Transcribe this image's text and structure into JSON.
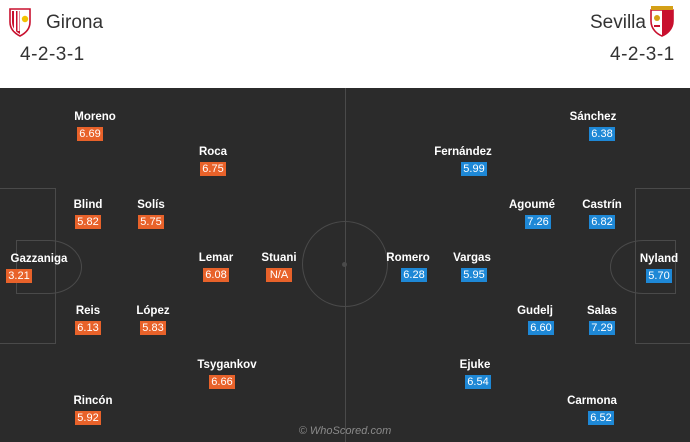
{
  "home": {
    "name": "Girona",
    "formation": "4-2-3-1",
    "badge_icon": "girona-crest-icon",
    "color": "#e8622a",
    "players": [
      {
        "name": "Gazzaniga",
        "rating": "3.21"
      },
      {
        "name": "Moreno",
        "rating": "6.69"
      },
      {
        "name": "Blind",
        "rating": "5.82"
      },
      {
        "name": "Reis",
        "rating": "6.13"
      },
      {
        "name": "Rincón",
        "rating": "5.92"
      },
      {
        "name": "Solís",
        "rating": "5.75"
      },
      {
        "name": "López",
        "rating": "5.83"
      },
      {
        "name": "Roca",
        "rating": "6.75"
      },
      {
        "name": "Lemar",
        "rating": "6.08"
      },
      {
        "name": "Tsygankov",
        "rating": "6.66"
      },
      {
        "name": "Stuani",
        "rating": "N/A"
      }
    ]
  },
  "away": {
    "name": "Sevilla",
    "formation": "4-2-3-1",
    "badge_icon": "sevilla-crest-icon",
    "color": "#1e88d6",
    "players": [
      {
        "name": "Nyland",
        "rating": "5.70"
      },
      {
        "name": "Sánchez",
        "rating": "6.38"
      },
      {
        "name": "Castrín",
        "rating": "6.82"
      },
      {
        "name": "Salas",
        "rating": "7.29"
      },
      {
        "name": "Carmona",
        "rating": "6.52"
      },
      {
        "name": "Agoumé",
        "rating": "7.26"
      },
      {
        "name": "Gudelj",
        "rating": "6.60"
      },
      {
        "name": "Fernández",
        "rating": "5.99"
      },
      {
        "name": "Vargas",
        "rating": "5.95"
      },
      {
        "name": "Ejuke",
        "rating": "6.54"
      },
      {
        "name": "Romero",
        "rating": "6.28"
      }
    ]
  },
  "watermark": "© WhoScored.com"
}
